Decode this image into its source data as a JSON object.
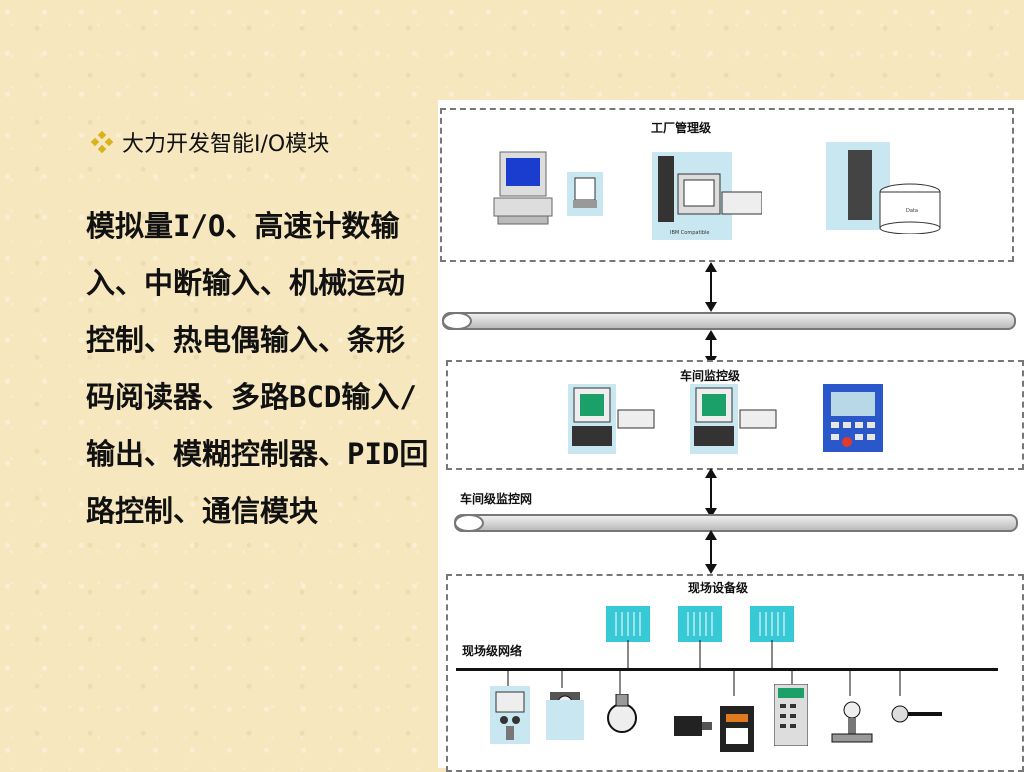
{
  "left": {
    "bullet_title": "大力开发智能I/O模块",
    "body": "模拟量I/O、高速计数输入、中断输入、机械运动控制、热电偶输入、条形码阅读器、多路BCD输入/输出、模糊控制器、PID回路控制、通信模块"
  },
  "diagram": {
    "factory_level": "工厂管理级",
    "workshop_level": "车间监控级",
    "workshop_network": "车间级监控网",
    "field_device_level": "现场设备级",
    "field_network": "现场级网络",
    "captions": {
      "ibm": "IBM Compatible",
      "data": "Data"
    }
  },
  "colors": {
    "bullet_gold": "#d9b21c",
    "screen_blue": "#1a3ccf",
    "accent_cyan": "#38c9d6",
    "zone_border": "#777777"
  }
}
